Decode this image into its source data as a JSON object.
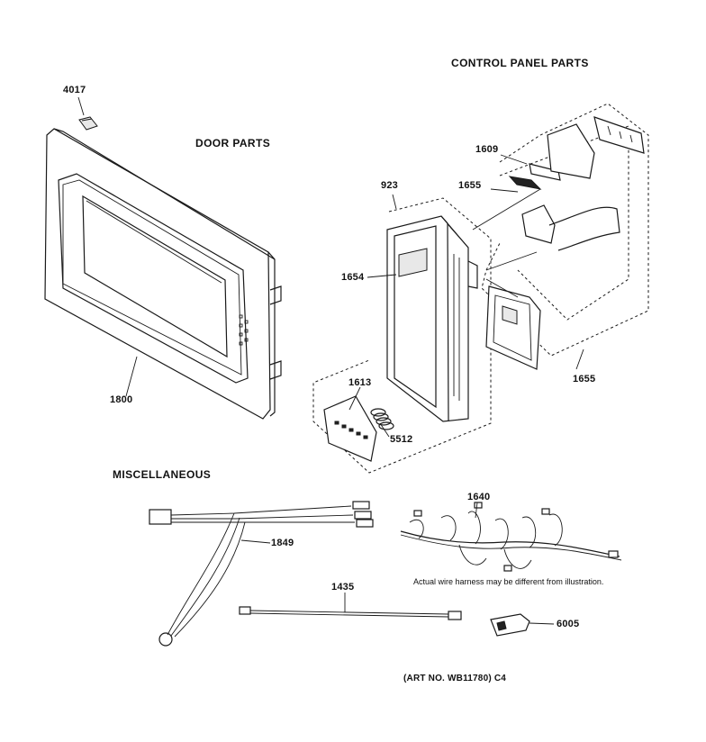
{
  "headings": {
    "control_panel": "CONTROL PANEL PARTS",
    "door": "DOOR PARTS",
    "misc": "MISCELLANEOUS"
  },
  "parts": {
    "p4017": "4017",
    "p1800": "1800",
    "p1609": "1609",
    "p1655_top": "1655",
    "p923": "923",
    "p1654": "1654",
    "p1613": "1613",
    "p5512": "5512",
    "p1655_bottom": "1655",
    "p1640": "1640",
    "p1849": "1849",
    "p1435": "1435",
    "p6005": "6005"
  },
  "note": "Actual wire harness may be different from illustration.",
  "art_no": "(ART NO. WB11780) C4"
}
